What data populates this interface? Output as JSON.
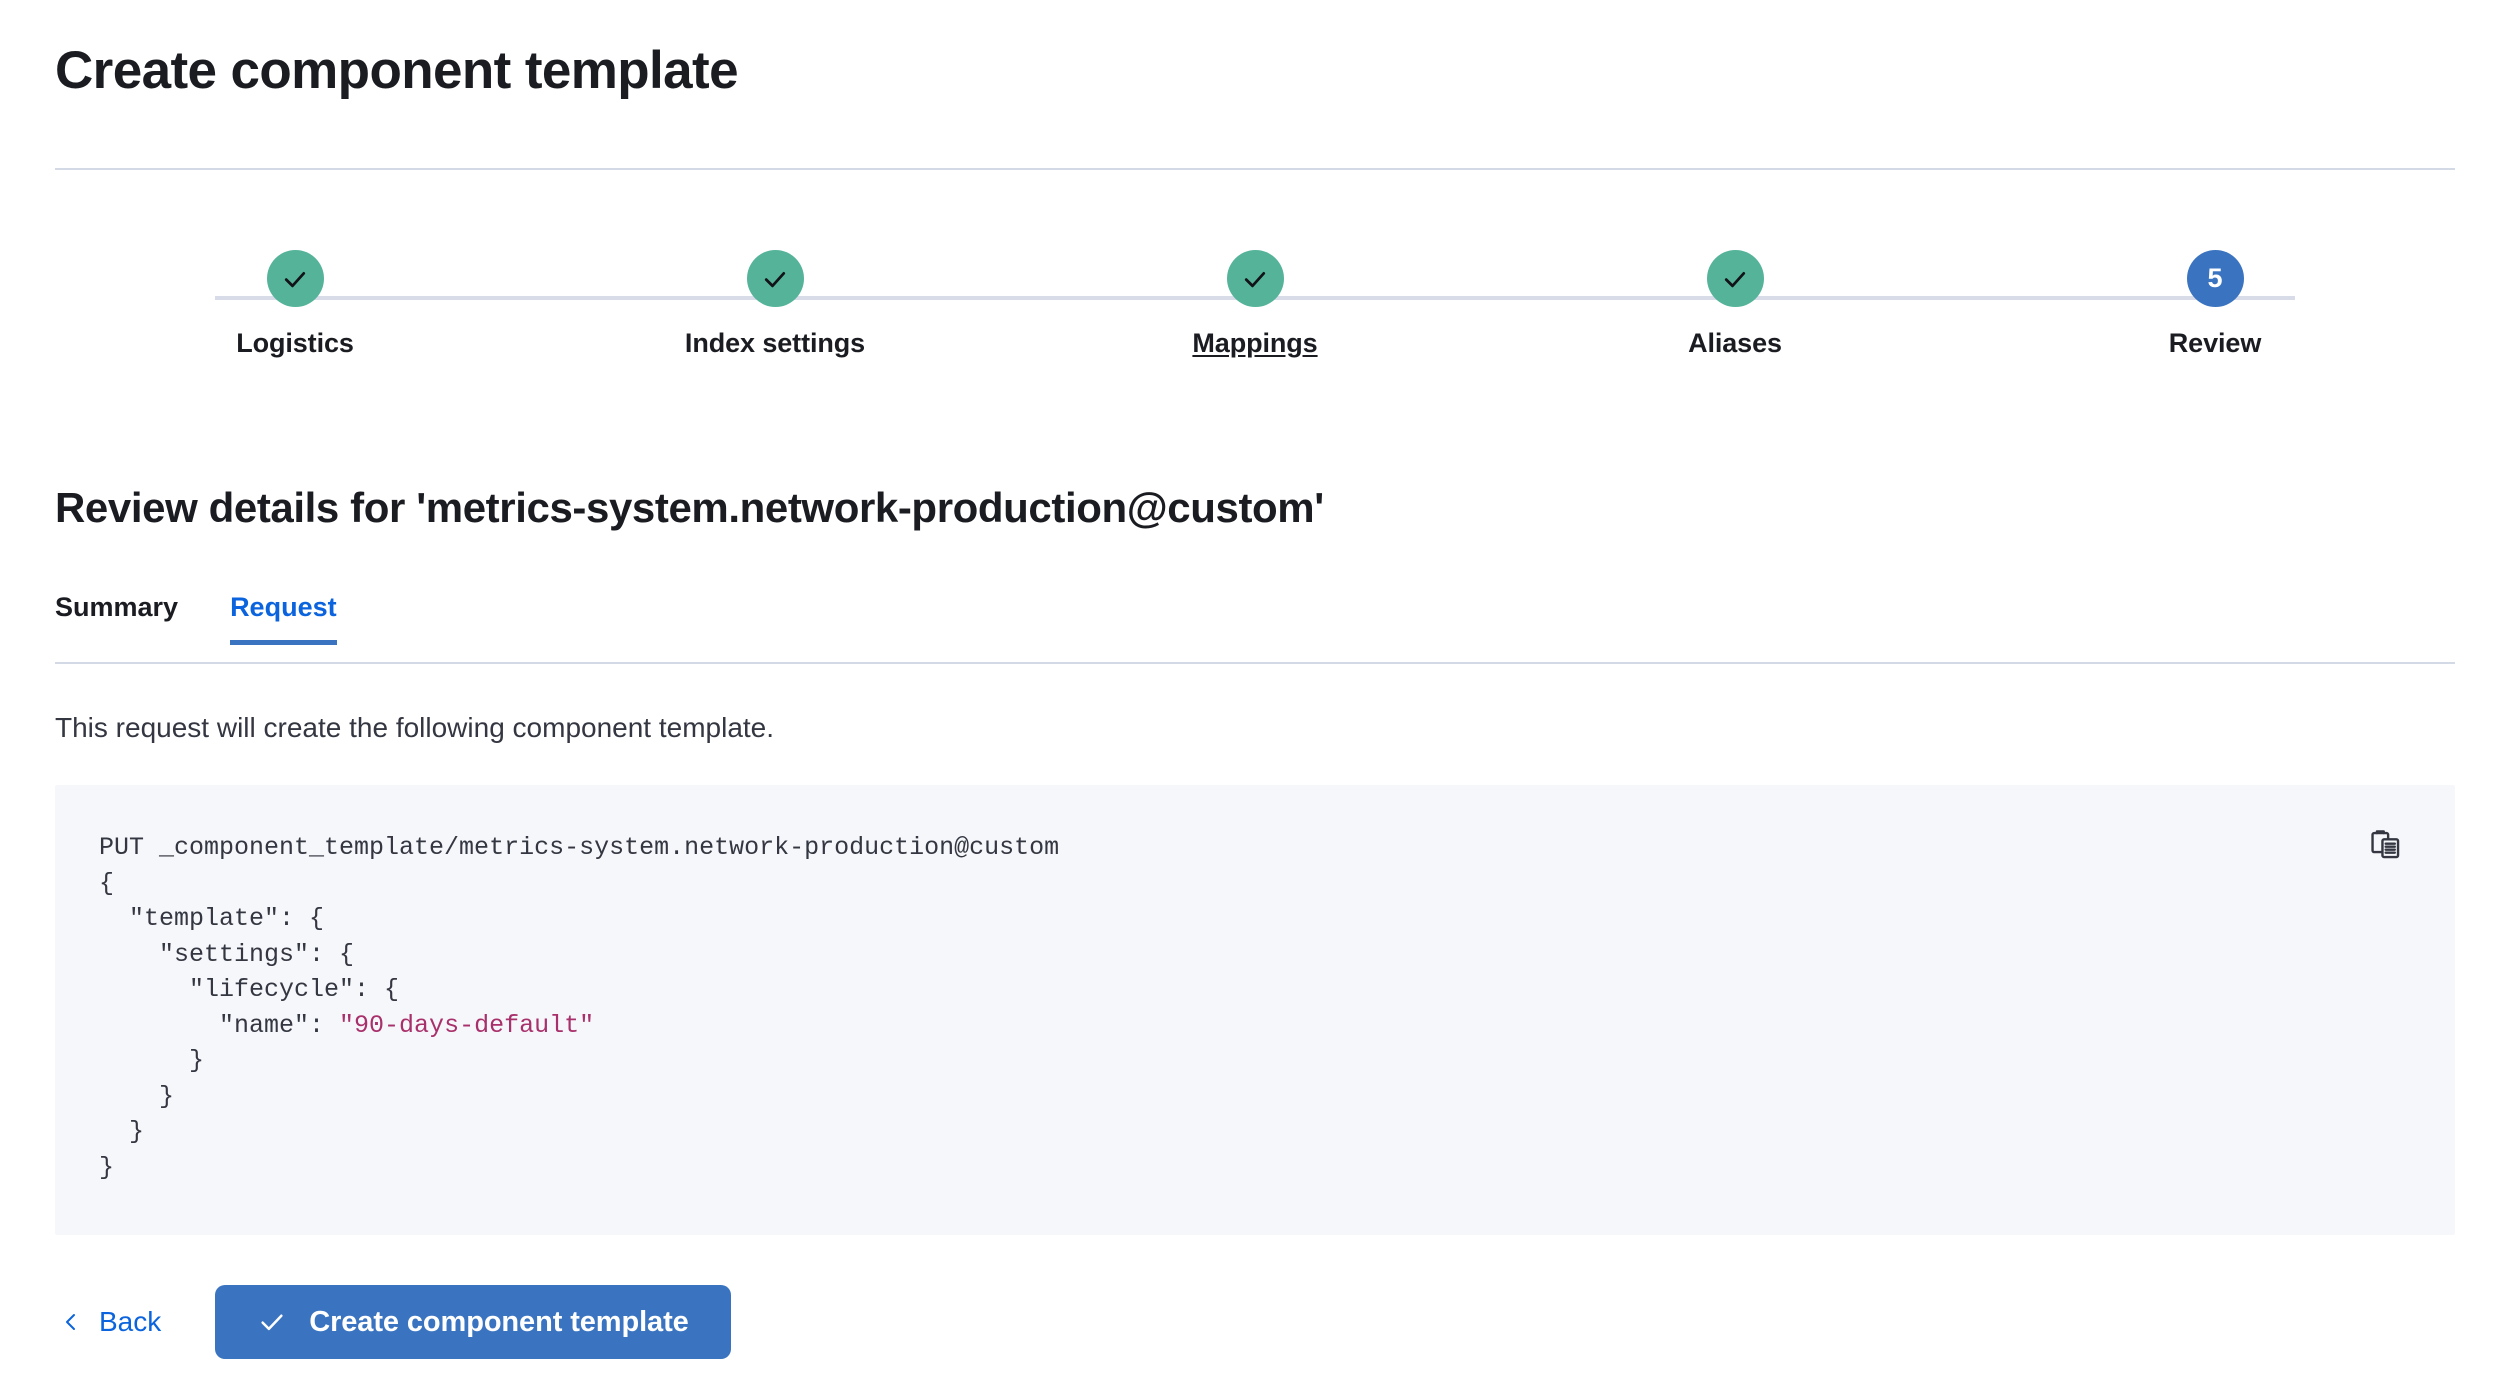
{
  "header": {
    "title": "Create component template"
  },
  "stepper": {
    "steps": [
      {
        "label": "Logistics",
        "state": "complete",
        "icon": "check-icon",
        "number": "1"
      },
      {
        "label": "Index settings",
        "state": "complete",
        "icon": "check-icon",
        "number": "2"
      },
      {
        "label": "Mappings",
        "state": "complete",
        "icon": "check-icon",
        "number": "3",
        "hovered": true
      },
      {
        "label": "Aliases",
        "state": "complete",
        "icon": "check-icon",
        "number": "4"
      },
      {
        "label": "Review",
        "state": "current",
        "icon": "",
        "number": "5"
      }
    ],
    "complete_color": "#54b399",
    "current_color": "#3a74c0",
    "track_color": "#d8dce8"
  },
  "review": {
    "heading": "Review details for 'metrics-system.network-production@custom'",
    "tabs": [
      {
        "label": "Summary",
        "active": false
      },
      {
        "label": "Request",
        "active": true
      }
    ],
    "active_tab_color": "#0b64dd",
    "description": "This request will create the following component template."
  },
  "code_block": {
    "copy_icon": "copy-clipboard-icon",
    "background": "#f6f7fb",
    "string_color": "#a8306b",
    "lines": [
      {
        "text": "PUT _component_template/metrics-system.network-production@custom"
      },
      {
        "text": "{"
      },
      {
        "text": "  \"template\": {"
      },
      {
        "text": "    \"settings\": {"
      },
      {
        "text": "      \"lifecycle\": {"
      },
      {
        "text": "        \"name\": ",
        "string": "\"90-days-default\""
      },
      {
        "text": "      }"
      },
      {
        "text": "    }"
      },
      {
        "text": "  }"
      },
      {
        "text": "}"
      }
    ]
  },
  "footer": {
    "back_label": "Back",
    "back_icon": "chevron-left-icon",
    "submit_label": "Create component template",
    "submit_icon": "check-icon",
    "submit_color": "#3a74c0"
  }
}
